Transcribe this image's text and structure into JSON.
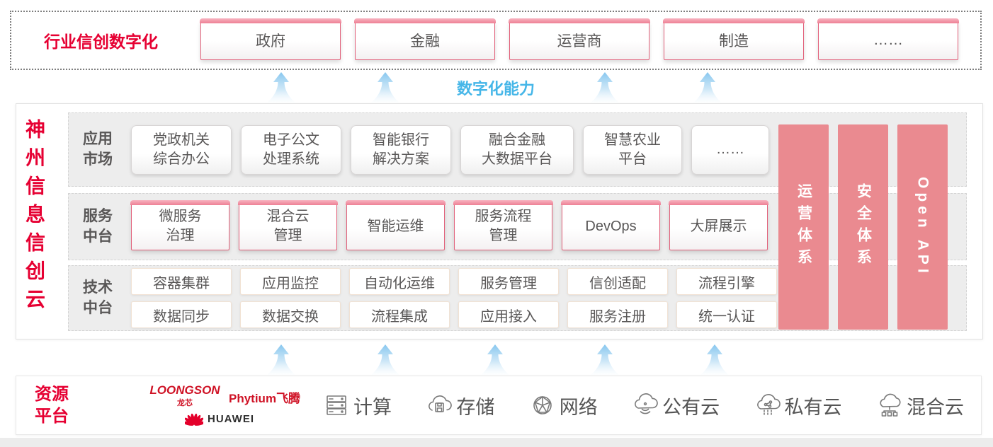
{
  "top_banner": {
    "title": "行业信创数字化",
    "items": [
      "政府",
      "金融",
      "运营商",
      "制造",
      "……"
    ]
  },
  "capability_label": "数字化能力",
  "main": {
    "side_title": "神州信息信创云",
    "rows": [
      {
        "label": "应用\n市场",
        "items": [
          "党政机关\n综合办公",
          "电子公文\n处理系统",
          "智能银行\n解决方案",
          "融合金融\n大数据平台",
          "智慧农业\n平台",
          "……"
        ]
      },
      {
        "label": "服务\n中台",
        "items": [
          "微服务\n治理",
          "混合云\n管理",
          "智能运维",
          "服务流程\n管理",
          "DevOps",
          "大屏展示"
        ]
      },
      {
        "label": "技术\n中台",
        "top_items": [
          "容器集群",
          "应用监控",
          "自动化运维",
          "服务管理",
          "信创适配",
          "流程引擎"
        ],
        "bottom_items": [
          "数据同步",
          "数据交换",
          "流程集成",
          "应用接入",
          "服务注册",
          "统一认证"
        ]
      }
    ],
    "pillars": [
      "运营体系",
      "安全体系",
      "Open API"
    ]
  },
  "resources": {
    "label": "资源\n平台",
    "vendors": {
      "loongson": "LOONGSON",
      "loongson_sub": "龙芯",
      "phytium": "Phytium飞腾",
      "huawei": "HUAWEI"
    },
    "items": [
      {
        "icon": "compute-icon",
        "label": "计算"
      },
      {
        "icon": "storage-icon",
        "label": "存储"
      },
      {
        "icon": "network-icon",
        "label": "网络"
      },
      {
        "icon": "public-cloud-icon",
        "label": "公有云"
      },
      {
        "icon": "private-cloud-icon",
        "label": "私有云"
      },
      {
        "icon": "hybrid-cloud-icon",
        "label": "混合云"
      }
    ]
  },
  "colors": {
    "brand_red": "#e60032",
    "box_border_red": "#e2607a",
    "pillar_pink": "#ea8a90",
    "capability_blue": "#45b6e8",
    "row_gray": "#ededed",
    "text_gray": "#595757"
  }
}
